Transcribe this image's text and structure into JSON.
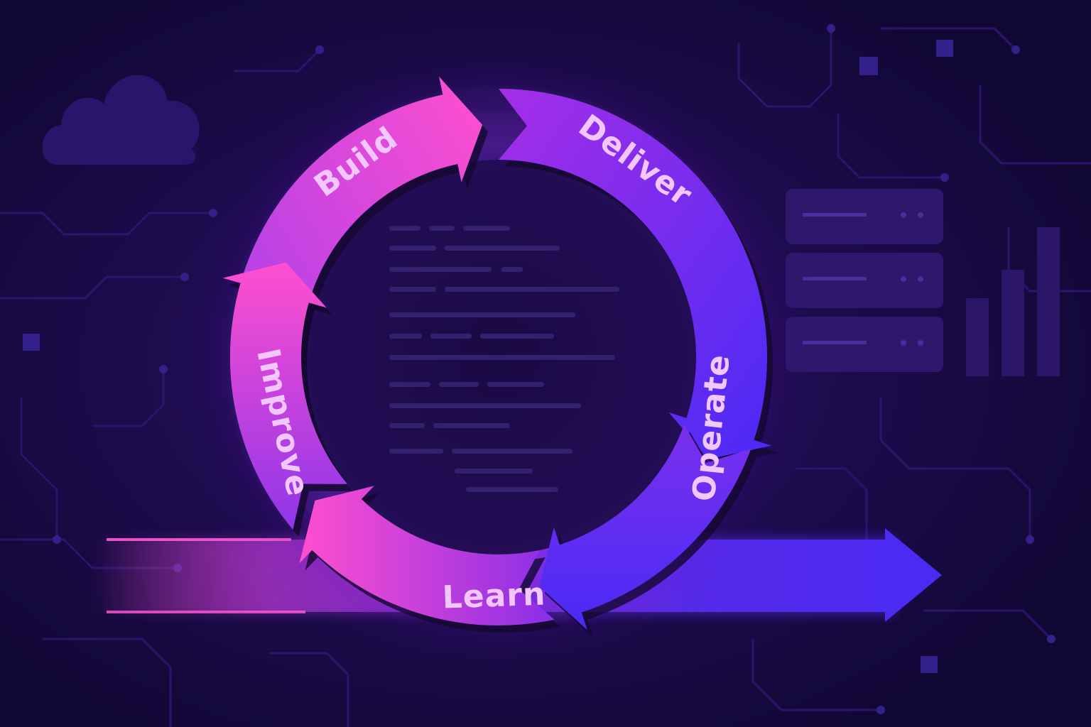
{
  "cycle": {
    "steps": [
      {
        "id": "build",
        "label": "Build"
      },
      {
        "id": "deliver",
        "label": "Deliver"
      },
      {
        "id": "operate",
        "label": "Operate"
      },
      {
        "id": "learn",
        "label": "Learn"
      },
      {
        "id": "improve",
        "label": "Improve"
      }
    ]
  },
  "colors": {
    "background": "#170a3e",
    "accent_pink": "#ff4fcf",
    "accent_purple": "#a52ee8",
    "accent_blue": "#4a2af5",
    "label": "#f2c6ff"
  },
  "decor": {
    "icons": [
      "cloud-icon",
      "server-stack-icon",
      "circuit-lines",
      "bar-chart-icon",
      "document-lines"
    ]
  }
}
